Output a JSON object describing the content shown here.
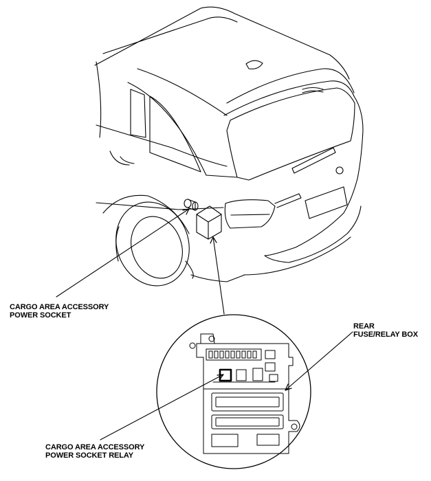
{
  "labels": {
    "cargo_socket": [
      "CARGO AREA ACCESSORY",
      "POWER SOCKET"
    ],
    "rear_box": [
      "REAR",
      "FUSE/RELAY BOX"
    ],
    "socket_relay": [
      "CARGO AREA ACCESSORY",
      "POWER SOCKET RELAY"
    ]
  }
}
